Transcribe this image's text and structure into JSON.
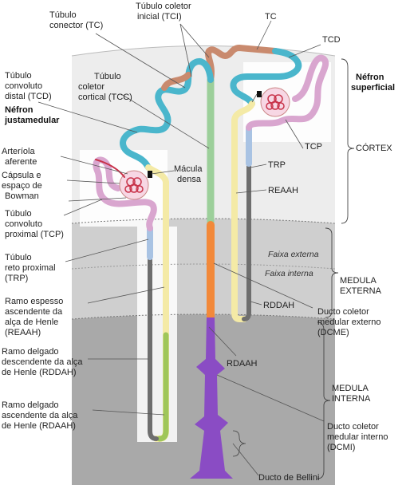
{
  "labels": {
    "tc": "TC",
    "tcd": "TCD",
    "tci_line1": "Túbulo coletor",
    "tci_line2": "inicial (TCI)",
    "conector_line1": "Túbulo",
    "conector_line2": "conector (TC)",
    "tcc_line1": "Túbulo",
    "tcc_line2": "coletor",
    "tcc_line3": "cortical (TCC)",
    "tcd_line1": "Túbulo",
    "tcd_line2": "convoluto",
    "tcd_line3": "distal (TCD)",
    "nefron_justa_line1": "Néfron",
    "nefron_justa_line2": "justamedular",
    "nefron_sup_line1": "Néfron",
    "nefron_sup_line2": "superficial",
    "arteriola_line1": "Arteríola",
    "arteriola_line2": "aferente",
    "capsula_line1": "Cápsula e",
    "capsula_line2": "espaço de",
    "capsula_line3": "Bowman",
    "macula_line1": "Mácula",
    "macula_line2": "densa",
    "tcp_left_line1": "Túbulo",
    "tcp_left_line2": "convoluto",
    "tcp_left_line3": "proximal (TCP)",
    "trp_left_line1": "Túbulo",
    "trp_left_line2": "reto proximal",
    "trp_left_line3": "(TRP)",
    "reaah_left_line1": "Ramo espesso",
    "reaah_left_line2": "ascendente da",
    "reaah_left_line3": "alça de Henle",
    "reaah_left_line4": "(REAAH)",
    "rddah_left_line1": "Ramo delgado",
    "rddah_left_line2": "descendente da alça",
    "rddah_left_line3": "de Henle (RDDAH)",
    "rdaah_left_line1": "Ramo delgado",
    "rdaah_left_line2": "ascendente da alça",
    "rdaah_left_line3": "de Henle (RDAAH)",
    "tcp_right": "TCP",
    "trp_right": "TRP",
    "reaah_right": "REAAH",
    "rddah_right": "RDDAH",
    "rdaah_center": "RDAAH",
    "dcme_line1": "Ducto coletor",
    "dcme_line2": "medular externo",
    "dcme_line3": "(DCME)",
    "dcmi_line1": "Ducto coletor",
    "dcmi_line2": "medular interno",
    "dcmi_line3": "(DCMI)",
    "bellini": "Ducto de Bellini",
    "cortex": "CÓRTEX",
    "medula_ext_line1": "MEDULA",
    "medula_ext_line2": "EXTERNA",
    "medula_int_line1": "MEDULA",
    "medula_int_line2": "INTERNA",
    "faixa_externa": "Faixa externa",
    "faixa_interna": "Faixa interna"
  },
  "colors": {
    "cortex_bg": "#ededed",
    "outer_medulla_bg": "#cfcfcf",
    "inner_medulla_bg": "#a9a9a9",
    "proximal_tubule": "#d9a6cf",
    "straight_proximal": "#a9c3e3",
    "thin_descending": "#6e6e6e",
    "thin_ascending": "#9fc65a",
    "thick_ascending": "#f4eaa6",
    "distal_tubule": "#4ab6cc",
    "connecting_tubule": "#c98a6e",
    "collecting_cortical": "#9ccf9a",
    "collecting_outer_medulla": "#f2893a",
    "collecting_inner_medulla": "#8a4cc4",
    "glomerulus": "#c8334a"
  }
}
